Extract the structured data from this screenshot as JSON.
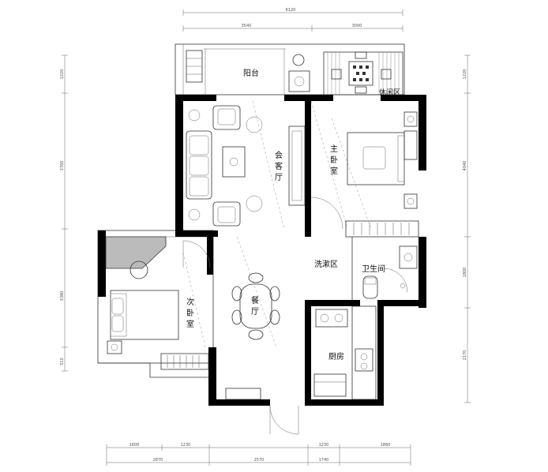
{
  "rooms": {
    "balcony": "阳台",
    "leisure": "休闲区",
    "living": [
      "会",
      "客",
      "厅"
    ],
    "master_bedroom": [
      "主",
      "卧",
      "室"
    ],
    "second_bedroom": [
      "次",
      "卧",
      "室"
    ],
    "dining": [
      "餐",
      "厅"
    ],
    "wash_area": "洗漱区",
    "bathroom": "卫生间",
    "kitchen": "厨房"
  },
  "dimensions": {
    "top_total": "6120",
    "top_left": "3540",
    "top_right": "3000",
    "bottom_seg1": "1600",
    "bottom_seg2": "1230",
    "bottom_seg3": "1230",
    "bottom_seg4": "1860",
    "bottom_seg5": "2870",
    "bottom_seg6": "2570",
    "bottom_seg7": "1740",
    "left_1": "1220",
    "left_2": "3760",
    "left_3": "3380",
    "left_4": "510",
    "right_1": "1220",
    "right_2": "4040",
    "right_3": "1800",
    "right_4": "2170"
  },
  "colors": {
    "wall": "#000000",
    "line": "#333333",
    "hatch": "#888888"
  }
}
